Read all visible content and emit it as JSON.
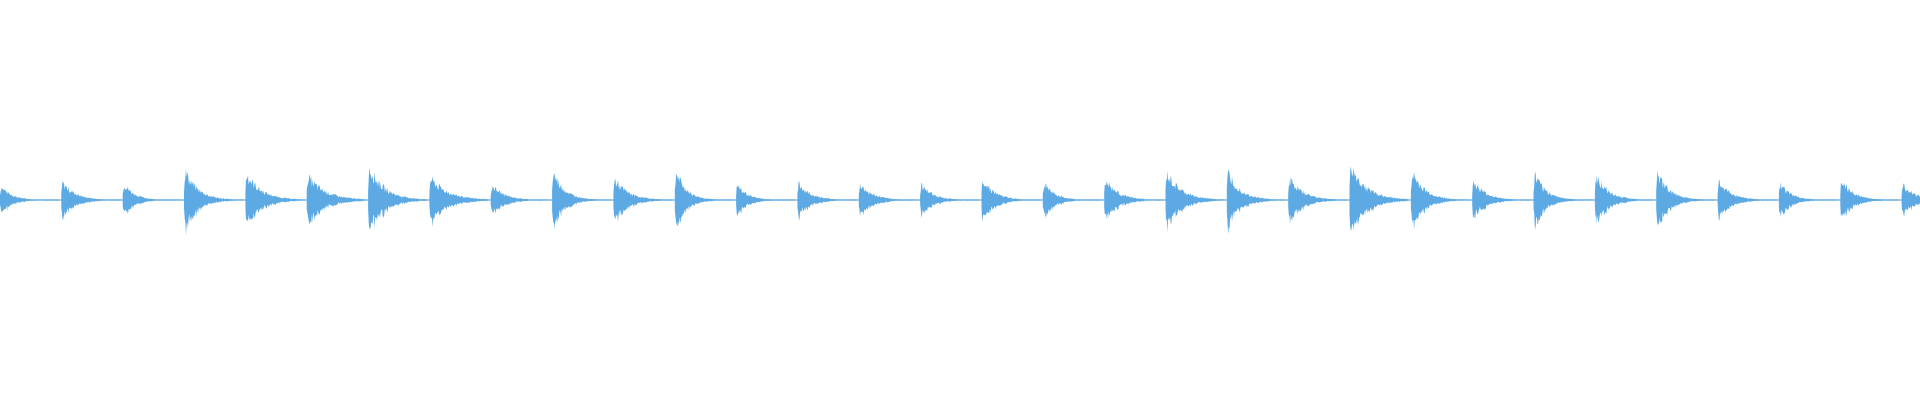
{
  "waveform": {
    "color": "#5DA9E3",
    "background": "#FFFFFF",
    "hits": [
      {
        "peak": 0.32,
        "decay": 0.1
      },
      {
        "peak": 0.4,
        "decay": 0.12
      },
      {
        "peak": 0.38,
        "decay": 0.1
      },
      {
        "peak": 0.66,
        "decay": 0.12
      },
      {
        "peak": 0.58,
        "decay": 0.14
      },
      {
        "peak": 0.52,
        "decay": 0.16
      },
      {
        "peak": 0.74,
        "decay": 0.14
      },
      {
        "peak": 0.48,
        "decay": 0.16
      },
      {
        "peak": 0.33,
        "decay": 0.12
      },
      {
        "peak": 0.62,
        "decay": 0.11
      },
      {
        "peak": 0.46,
        "decay": 0.13
      },
      {
        "peak": 0.64,
        "decay": 0.1
      },
      {
        "peak": 0.34,
        "decay": 0.1
      },
      {
        "peak": 0.36,
        "decay": 0.12
      },
      {
        "peak": 0.35,
        "decay": 0.12
      },
      {
        "peak": 0.36,
        "decay": 0.11
      },
      {
        "peak": 0.5,
        "decay": 0.11
      },
      {
        "peak": 0.4,
        "decay": 0.1
      },
      {
        "peak": 0.46,
        "decay": 0.12
      },
      {
        "peak": 0.58,
        "decay": 0.14
      },
      {
        "peak": 0.62,
        "decay": 0.12
      },
      {
        "peak": 0.48,
        "decay": 0.13
      },
      {
        "peak": 0.74,
        "decay": 0.15
      },
      {
        "peak": 0.62,
        "decay": 0.12
      },
      {
        "peak": 0.4,
        "decay": 0.12
      },
      {
        "peak": 0.56,
        "decay": 0.11
      },
      {
        "peak": 0.54,
        "decay": 0.12
      },
      {
        "peak": 0.58,
        "decay": 0.12
      },
      {
        "peak": 0.4,
        "decay": 0.12
      },
      {
        "peak": 0.38,
        "decay": 0.1
      },
      {
        "peak": 0.44,
        "decay": 0.11
      },
      {
        "peak": 0.36,
        "decay": 0.11
      }
    ]
  }
}
